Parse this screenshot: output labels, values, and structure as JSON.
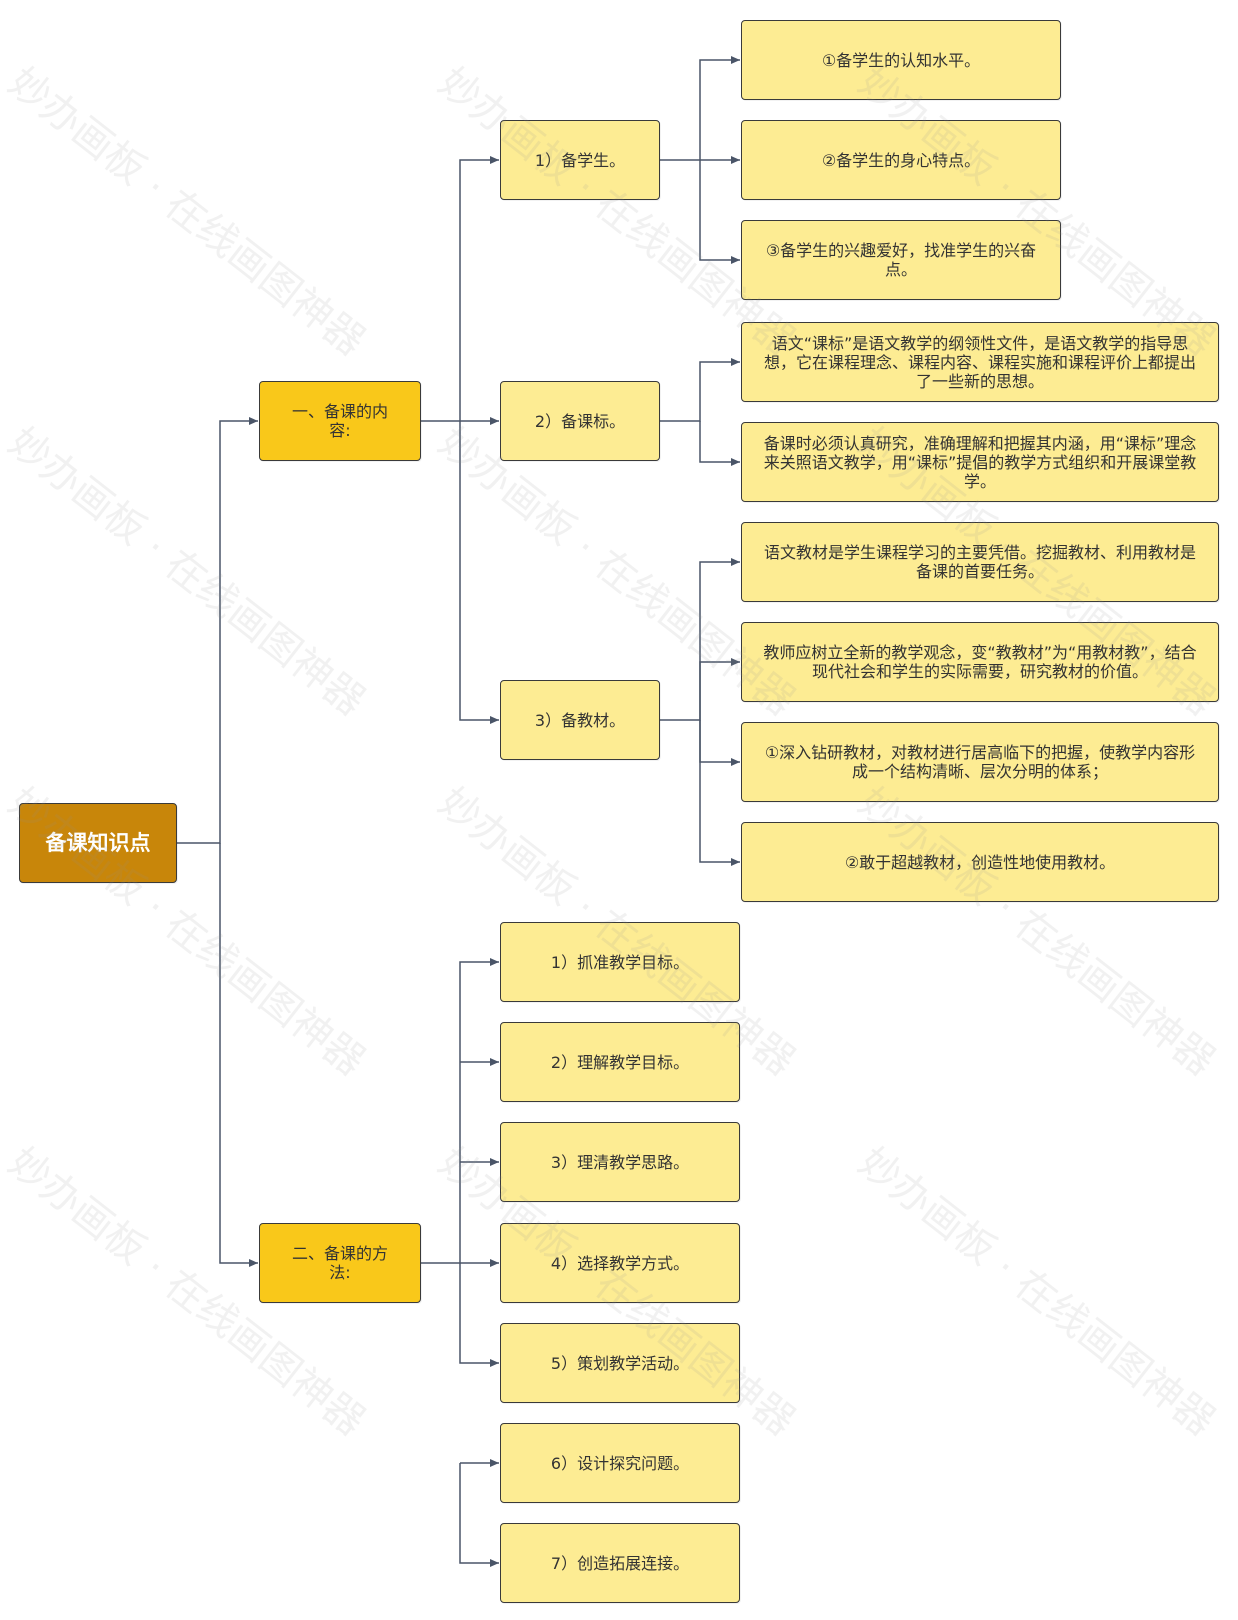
{
  "root": "备课知识点",
  "branch1": {
    "label": "一、备课的内容:",
    "items": [
      {
        "label": "1）备学生。",
        "children": [
          "①备学生的认知水平。",
          "②备学生的身心特点。",
          "③备学生的兴趣爱好，找准学生的兴奋点。"
        ]
      },
      {
        "label": "2）备课标。",
        "children": [
          "语文“课标”是语文教学的纲领性文件，是语文教学的指导思想，它在课程理念、课程内容、课程实施和课程评价上都提出了一些新的思想。",
          "备课时必须认真研究，准确理解和把握其内涵，用“课标”理念来关照语文教学，用“课标”提倡的教学方式组织和开展课堂教学。"
        ]
      },
      {
        "label": "3）备教材。",
        "children": [
          "语文教材是学生课程学习的主要凭借。挖掘教材、利用教材是备课的首要任务。",
          "教师应树立全新的教学观念，变“教教材”为“用教材教”，结合现代社会和学生的实际需要，研究教材的价值。",
          "①深入钻研教材，对教材进行居高临下的把握，使教学内容形成一个结构清晰、层次分明的体系；",
          "②敢于超越教材，创造性地使用教材。"
        ]
      }
    ]
  },
  "branch2": {
    "label": "二、备课的方法:",
    "items": [
      "1）抓准教学目标。",
      "2）理解教学目标。",
      "3）理清教学思路。",
      "4）选择教学方式。",
      "5）策划教学活动。",
      "6）设计探究问题。",
      "7）创造拓展连接。"
    ]
  },
  "watermark": "妙办画板 · 在线画图神器",
  "colors": {
    "root_fill": "#c8860a",
    "branch_fill": "#f9c81a",
    "leaf_fill": "#fdec93",
    "line": "#4a5568"
  }
}
